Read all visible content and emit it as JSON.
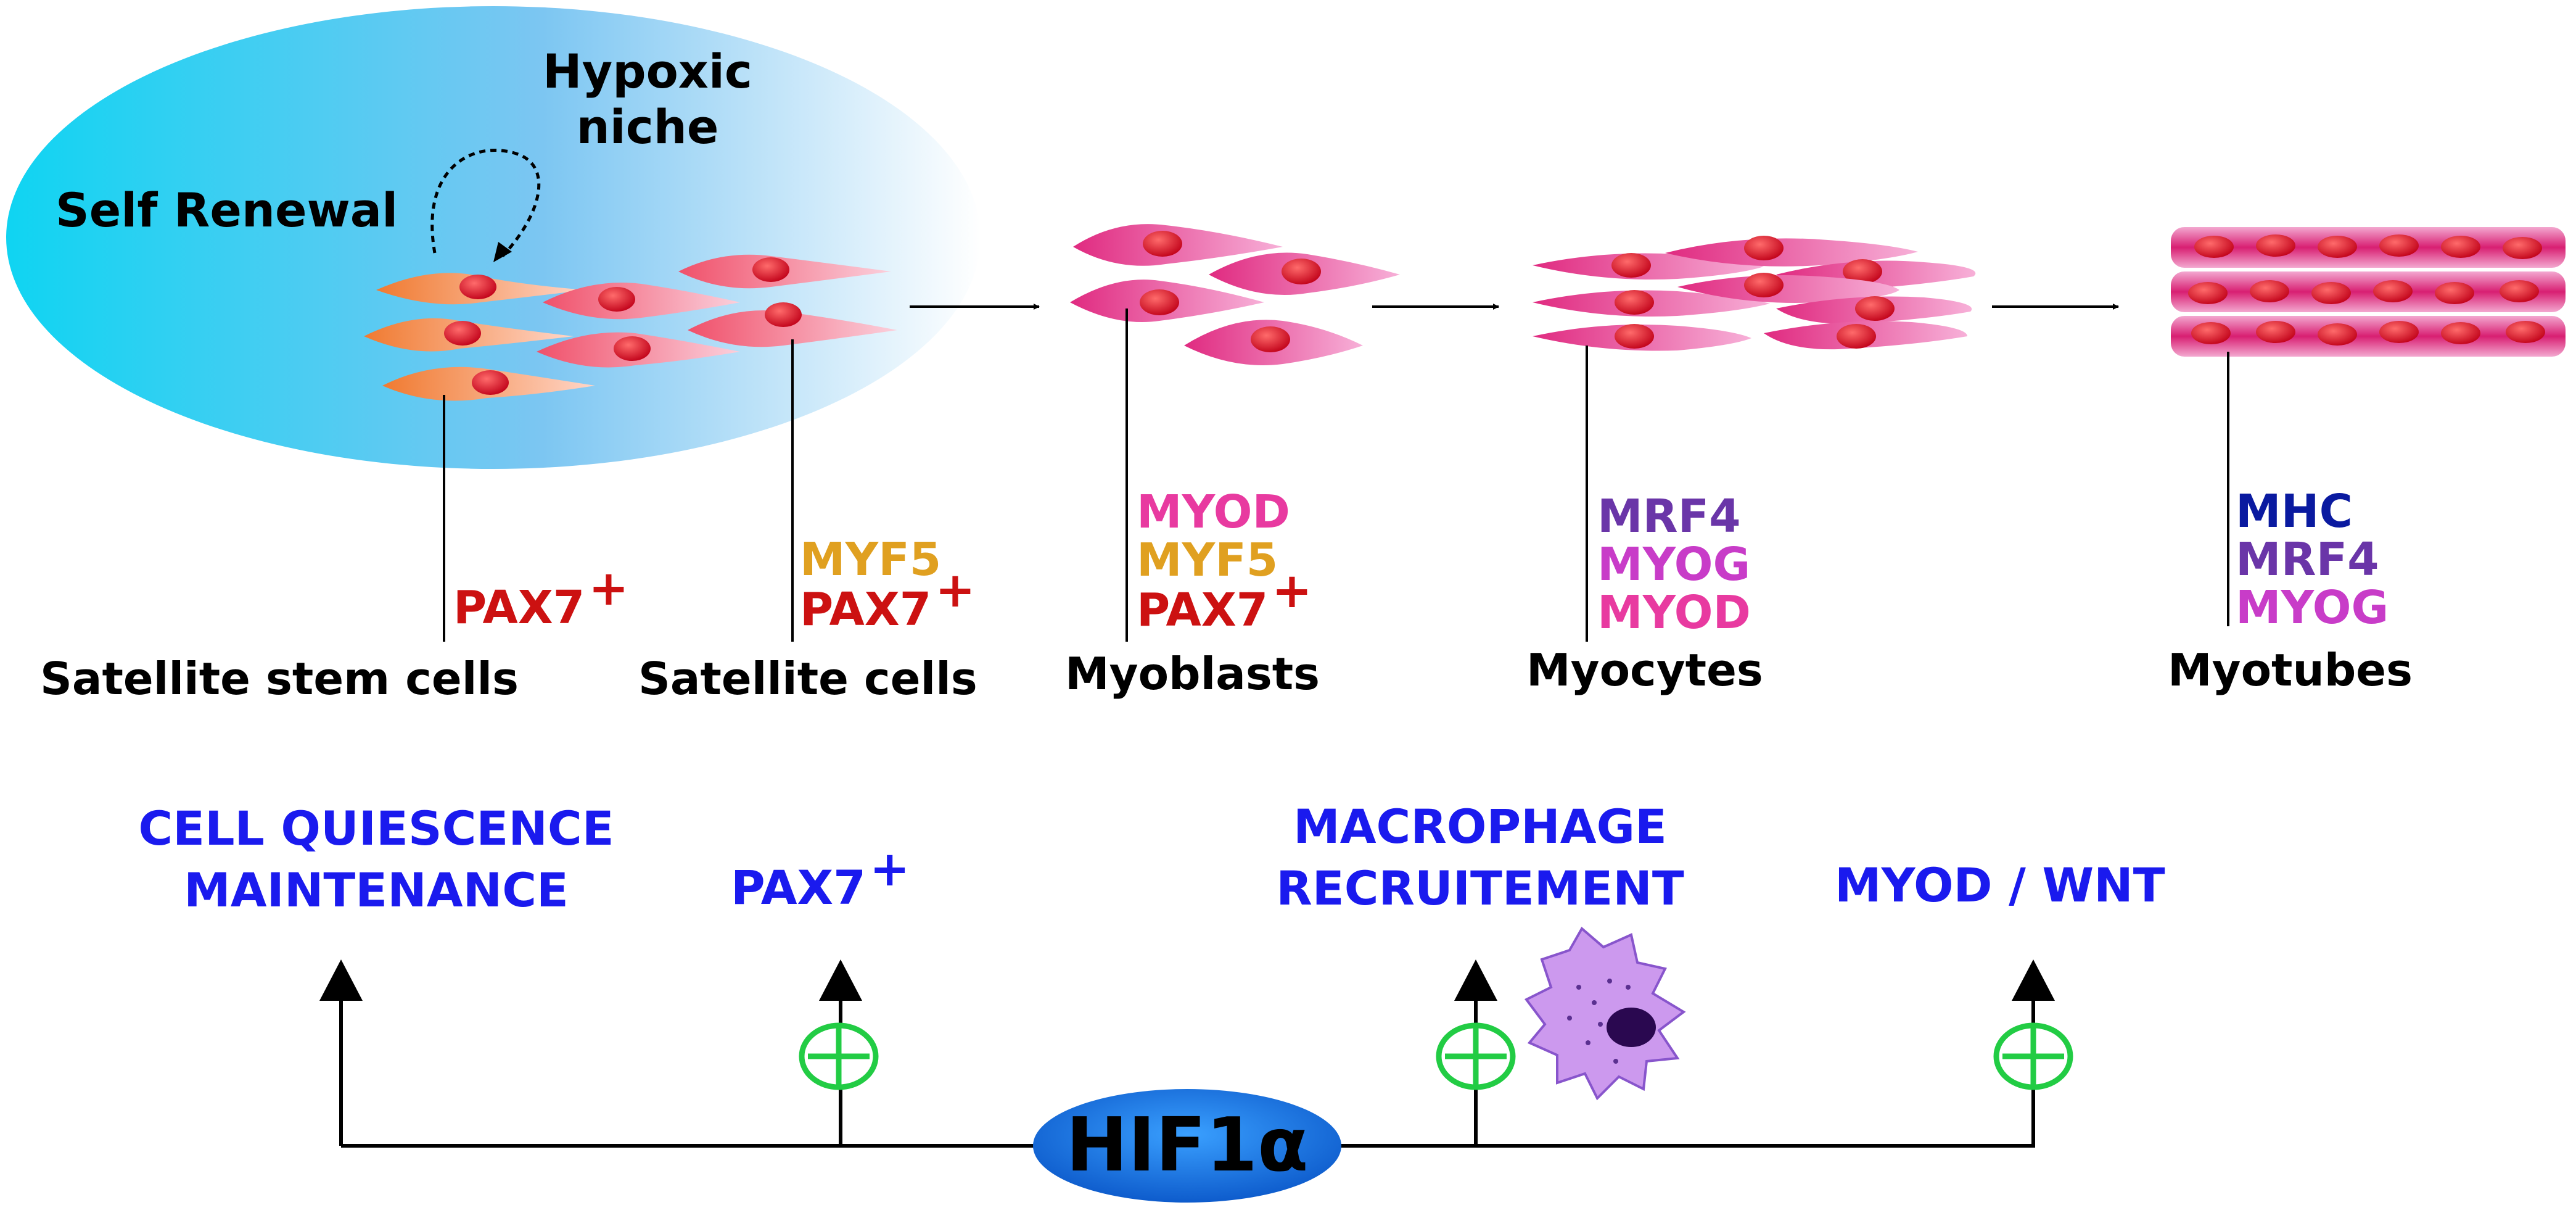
{
  "niche": {
    "title_line1": "Hypoxic",
    "title_line2": "niche",
    "self_renewal": "Self Renewal"
  },
  "stages": [
    {
      "name": "Satellite stem cells",
      "markers": [
        {
          "text": "PAX7",
          "sup": "+",
          "color": "#cc1111"
        }
      ]
    },
    {
      "name": "Satellite cells",
      "markers": [
        {
          "text": "MYF5",
          "sup": "",
          "color": "#e0a020"
        },
        {
          "text": "PAX7",
          "sup": "+",
          "color": "#cc1111"
        }
      ]
    },
    {
      "name": "Myoblasts",
      "markers": [
        {
          "text": "MYOD",
          "sup": "",
          "color": "#e83aa0"
        },
        {
          "text": "MYF5",
          "sup": "",
          "color": "#e0a020"
        },
        {
          "text": "PAX7",
          "sup": "+",
          "color": "#cc1111"
        }
      ]
    },
    {
      "name": "Myocytes",
      "markers": [
        {
          "text": "MRF4",
          "sup": "",
          "color": "#6a35a8"
        },
        {
          "text": "MYOG",
          "sup": "",
          "color": "#c83cc8"
        },
        {
          "text": "MYOD",
          "sup": "",
          "color": "#e83aa0"
        }
      ]
    },
    {
      "name": "Myotubes",
      "markers": [
        {
          "text": "MHC",
          "sup": "",
          "color": "#0a1aa0"
        },
        {
          "text": "MRF4",
          "sup": "",
          "color": "#6a35a8"
        },
        {
          "text": "MYOG",
          "sup": "",
          "color": "#c83cc8"
        }
      ]
    }
  ],
  "effects": {
    "quiescence_line1": "CELL QUIESCENCE",
    "quiescence_line2": "MAINTENANCE",
    "pax7": "PAX7",
    "pax7_sup": "+",
    "macrophage_line1": "MACROPHAGE",
    "macrophage_line2": "RECRUITEMENT",
    "myod_wnt": "MYOD / WNT"
  },
  "hif": "HIF1α",
  "colors": {
    "effect_text": "#1a1aee",
    "plus_circle": "#22cc44",
    "hif_fill": "#1070e0",
    "niche_fill": "#33ccee"
  }
}
